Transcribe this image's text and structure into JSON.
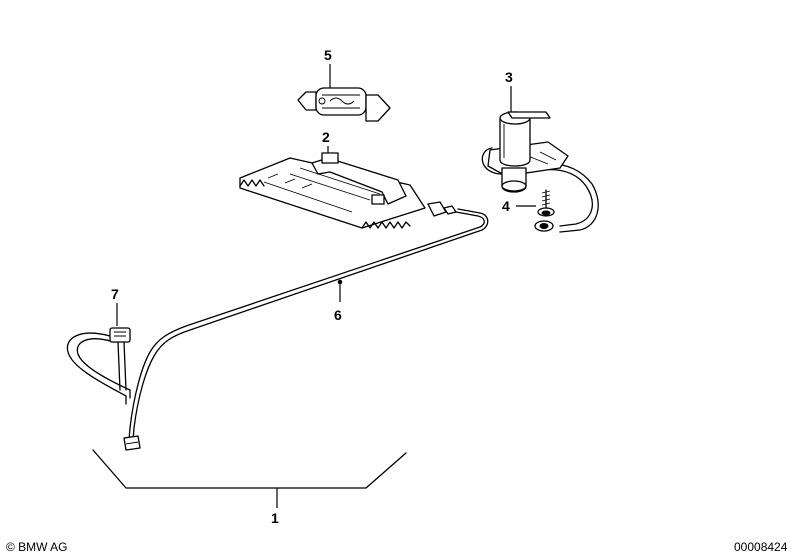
{
  "callouts": {
    "c1": "1",
    "c2": "2",
    "c3": "3",
    "c4": "4",
    "c5": "5",
    "c6": "6",
    "c7": "7"
  },
  "footer": {
    "copyright": "© BMW AG",
    "drawing_number": "00008424"
  },
  "parts": [
    {
      "callout": "1",
      "icon": "bracket-outline-icon"
    },
    {
      "callout": "2",
      "icon": "lamp-housing-icon"
    },
    {
      "callout": "3",
      "icon": "lamp-socket-icon"
    },
    {
      "callout": "4",
      "icon": "screw-icon"
    },
    {
      "callout": "5",
      "icon": "festoon-bulb-icon"
    },
    {
      "callout": "6",
      "icon": "wiring-harness-icon"
    },
    {
      "callout": "7",
      "icon": "cable-tie-icon"
    }
  ]
}
